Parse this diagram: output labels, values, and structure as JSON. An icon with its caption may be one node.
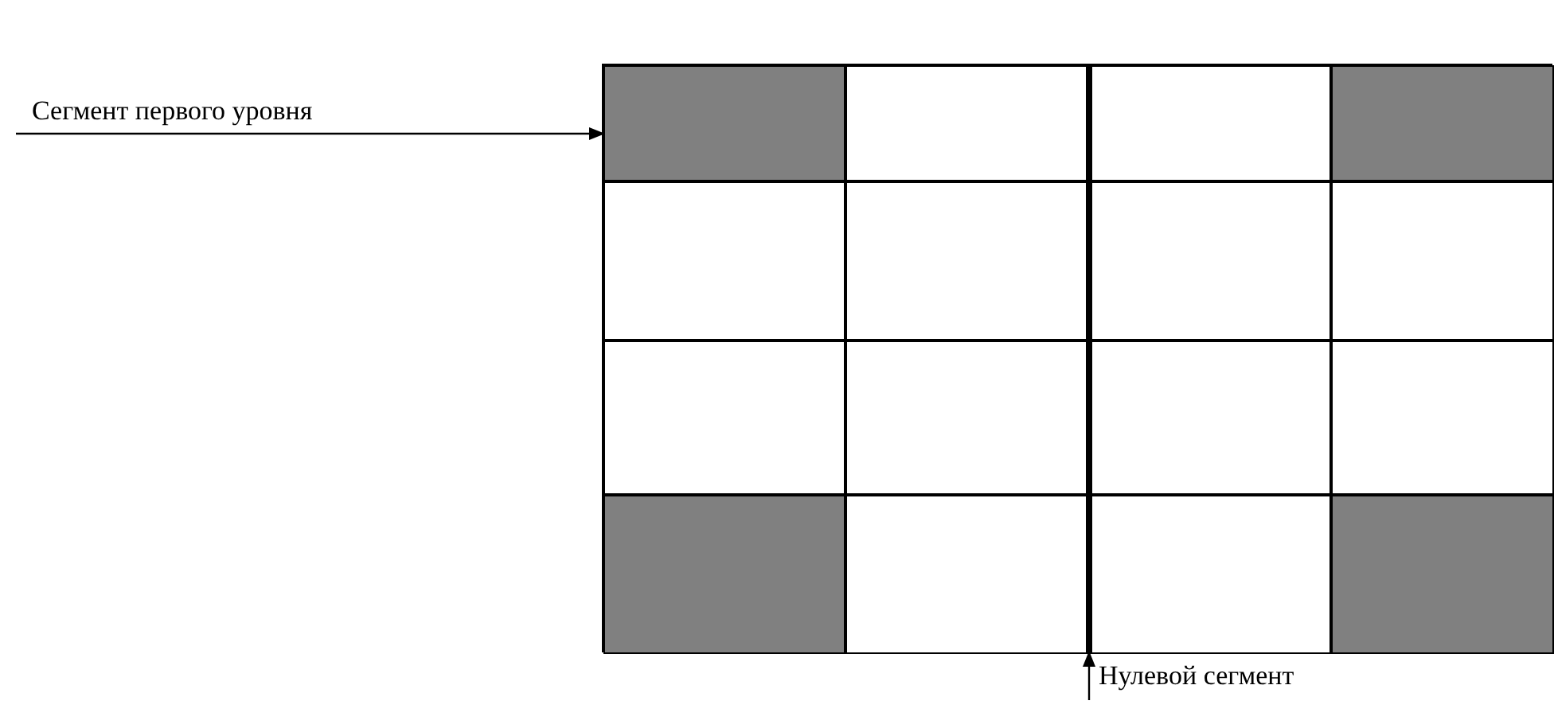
{
  "diagram": {
    "nodes": [
      {
        "text": [
          "Сегмент первого уровня"
        ]
      },
      {
        "text": [],
        "shape": "box"
      },
      {
        "text": [],
        "shape": "box",
        "in": 1
      },
      {
        "text": [],
        "shape": "box",
        "in": 1
      },
      {
        "text": [],
        "shape": "box",
        "in": 1
      },
      {
        "text": [],
        "shape": "box",
        "in": 1
      },
      {
        "text": [],
        "shape": "box",
        "in": 1
      },
      {
        "text": [],
        "shape": "box",
        "in": 1
      },
      {
        "text": [],
        "shape": "box",
        "in": 1
      },
      {
        "text": [],
        "shape": "box",
        "in": 1
      },
      {
        "text": [],
        "shape": "box",
        "in": 1
      },
      {
        "text": [],
        "shape": "box",
        "in": 1
      },
      {
        "text": [],
        "shape": "box",
        "in": 1
      },
      {
        "text": [],
        "shape": "box",
        "in": 1
      },
      {
        "text": [],
        "shape": "box",
        "in": 1
      },
      {
        "text": [],
        "shape": "box",
        "in": 1
      },
      {
        "text": [],
        "shape": "box",
        "in": 1
      },
      {
        "text": [],
        "shape": "box",
        "in": 1
      },
      {
        "text": [
          "Нулевой сегмент"
        ]
      }
    ],
    "edges": [
      {
        "from": 0,
        "to": 2,
        "arrow": "to"
      },
      {
        "from": 18,
        "to": 1,
        "arrow": "to"
      }
    ]
  }
}
